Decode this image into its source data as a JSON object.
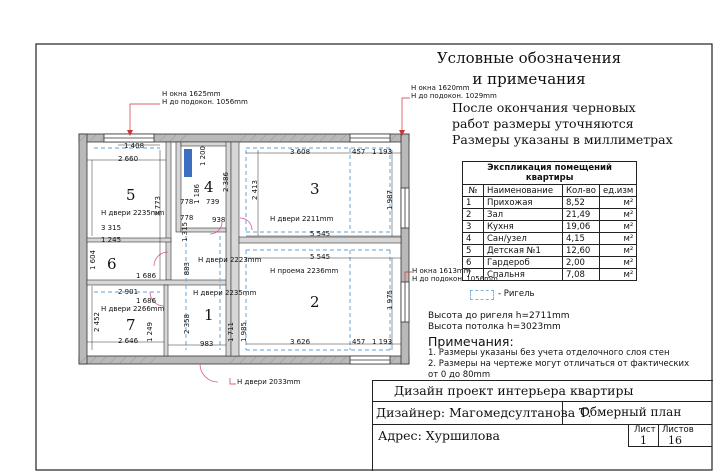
{
  "legend": {
    "title_line1": "Условные обозначения",
    "title_line2": "и примечания",
    "note_line1": "После окончания черновых",
    "note_line2": "работ размеры уточняются",
    "note_line3": "Размеры указаны в миллиметрах",
    "rigel_label": "- Ригель"
  },
  "explication": {
    "title": "Экспликация помещений квартиры",
    "headers": [
      "№",
      "Наименование",
      "Кол-во",
      "ед.изм"
    ],
    "rows": [
      [
        "1",
        "Прихожая",
        "8,52",
        "м²"
      ],
      [
        "2",
        "Зал",
        "21,49",
        "м²"
      ],
      [
        "3",
        "Кухня",
        "19,06",
        "м²"
      ],
      [
        "4",
        "Сан/узел",
        "4,15",
        "м²"
      ],
      [
        "5",
        "Детская №1",
        "12,60",
        "м²"
      ],
      [
        "6",
        "Гардероб",
        "2,00",
        "м²"
      ],
      [
        "7",
        "Спальня",
        "7,08",
        "м²"
      ]
    ]
  },
  "heights": {
    "rigel": "Высота до ригеля h=2711mm",
    "ceiling": "Высота потолка  h=3023mm"
  },
  "notes": {
    "heading": "Примечания:",
    "item1": "1. Размеры указаны без учета отделочного слоя стен",
    "item2a": "2. Размеры на чертеже могут отличаться от фактических",
    "item2b": "от 0 до 80mm"
  },
  "stamp": {
    "project_title": "Дизайн проект интерьера квартиры",
    "designer": "Дизайнер: Магомедсултанова Т.",
    "plan_type": "Обмерный план",
    "address": "Адрес: Хуршилова",
    "sheet_label": "Лист",
    "sheets_label": "Листов",
    "sheet_value": "1",
    "sheets_value": "16"
  },
  "callouts": {
    "win_top_left_1": "H окна 1625mm",
    "win_top_left_2": "H до подокон. 1056mm",
    "win_top_right_1": "H окна 1620mm",
    "win_top_right_2": "H до подокон. 1029mm",
    "win_right_1": "H окна 1613mm",
    "win_right_2": "H до подокон. 1056mm",
    "door_5": "H двери 2235mm",
    "door_3": "H двери 2211mm",
    "door_4": "H двери 2223mm",
    "door_6": "H двери 2235mm",
    "door_7": "H двери 2266mm",
    "passage": "H проема 2236mm",
    "door_entry": "H двери 2033mm"
  },
  "rooms": {
    "r1": "1",
    "r2": "2",
    "r3": "3",
    "r4": "4",
    "r5": "5",
    "r6": "6",
    "r7": "7"
  },
  "dims": {
    "d1408": "1 408",
    "d2660": "2 660",
    "d3608": "3 608",
    "d457a": "457",
    "d1193a": "1 193",
    "d5545a": "5 545",
    "d5545b": "5 545",
    "d3626": "3 626",
    "d457b": "457",
    "d1193b": "1 193",
    "d2646": "2 646",
    "d983": "983",
    "d2413": "2 413",
    "d1987": "1 987",
    "d1975": "1 975",
    "d3773": "3 773",
    "d1200": "1 200",
    "d1186": "1 186",
    "d739": "739",
    "d778a": "778",
    "d778b": "778",
    "d938": "938",
    "d2386": "2 386",
    "d1315": "1 315",
    "d3315": "3 315",
    "d1245": "1 245",
    "d1686": "1 686",
    "d1604": "1 604",
    "d883": "883",
    "d2358": "2 358",
    "d1249": "1 249",
    "d2452": "2 452",
    "d1711": "1 711",
    "d1985": "1 985",
    "d2901": "2 901",
    "d1686b": "1 686"
  }
}
